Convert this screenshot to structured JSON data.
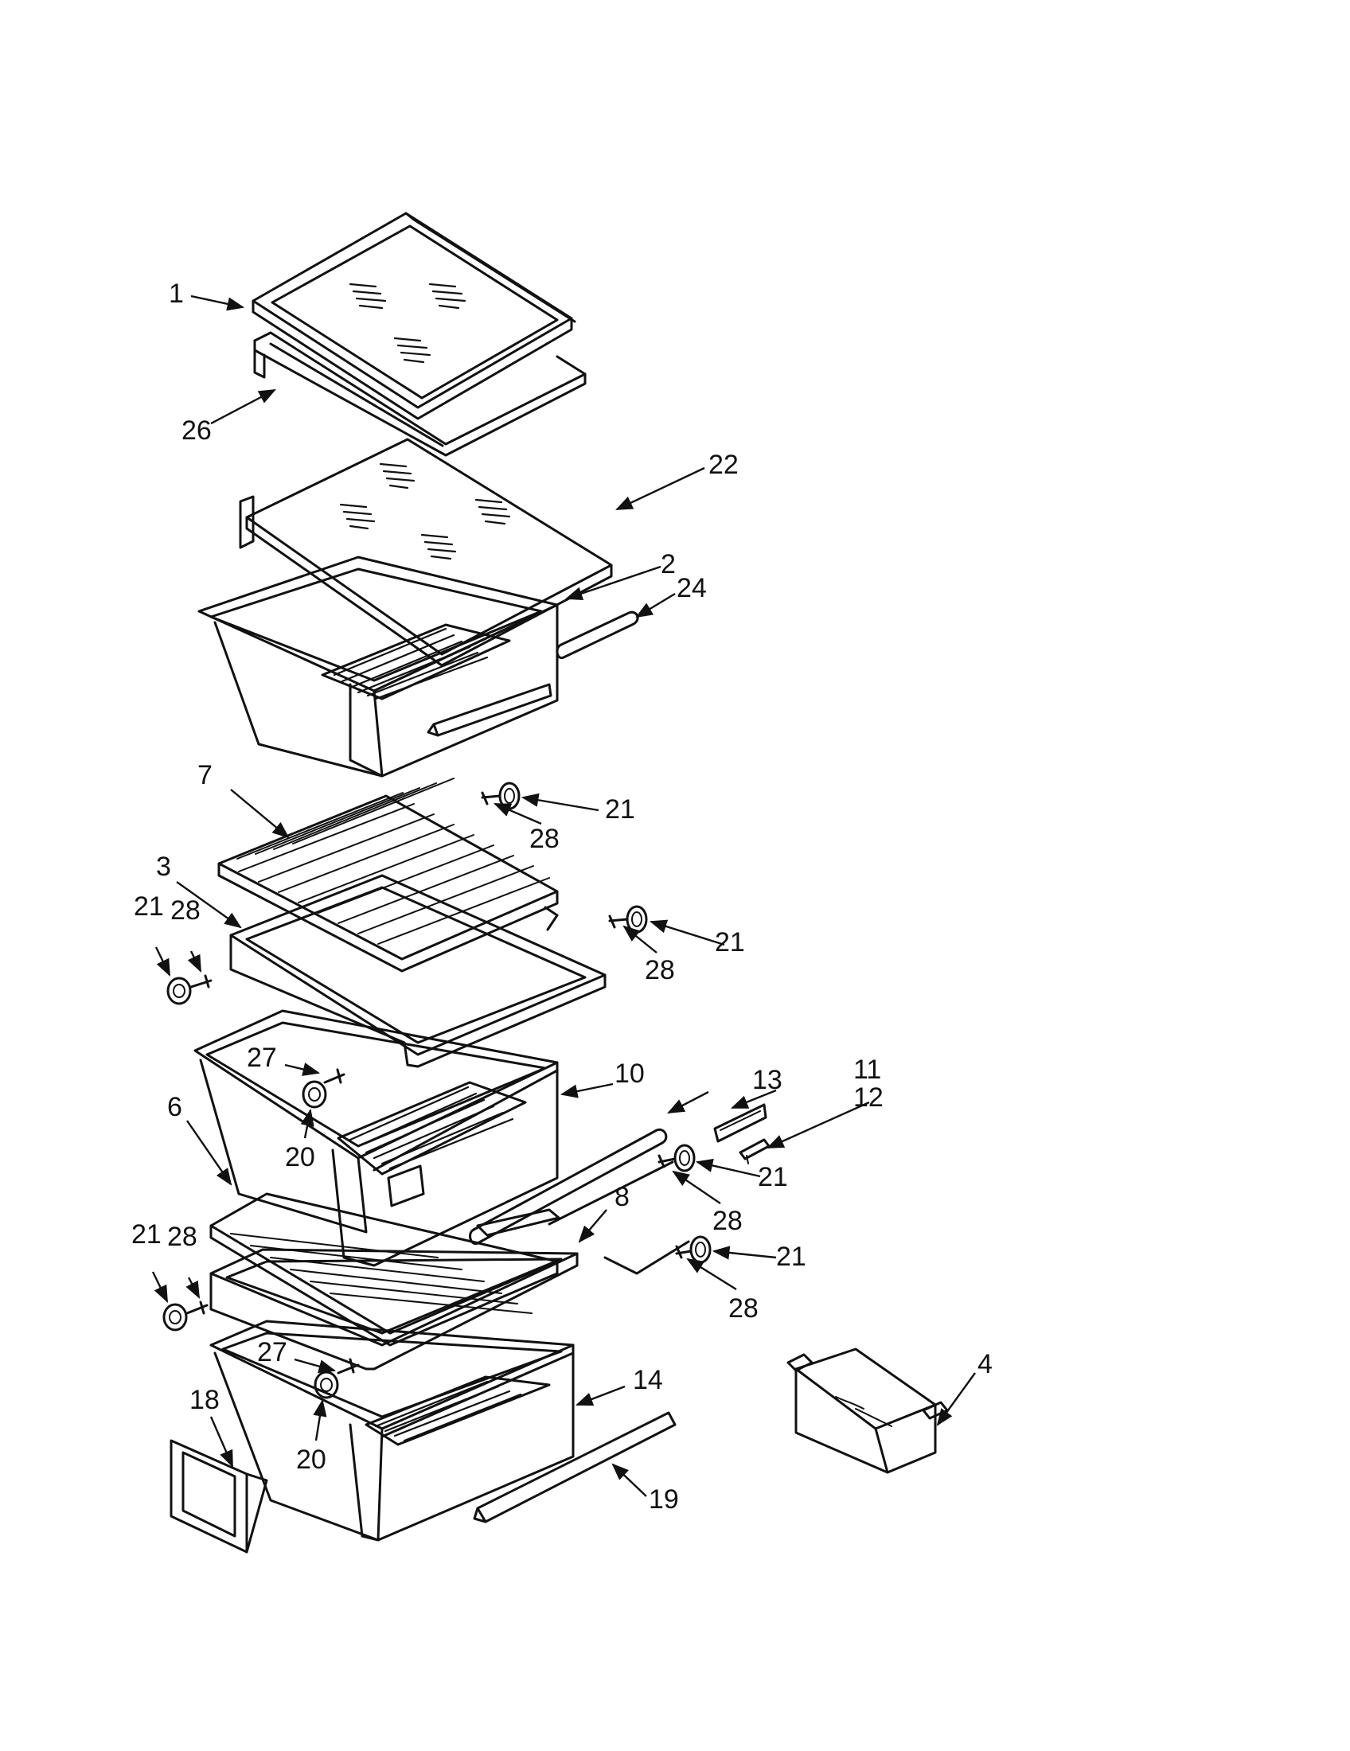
{
  "diagram": {
    "type": "exploded-parts-view",
    "callouts": [
      "1",
      "2",
      "3",
      "4",
      "6",
      "7",
      "8",
      "10",
      "11",
      "12",
      "13",
      "14",
      "18",
      "19",
      "20",
      "20",
      "21",
      "21",
      "21",
      "21",
      "21",
      "21",
      "22",
      "24",
      "26",
      "27",
      "27",
      "28",
      "28",
      "28",
      "28",
      "28",
      "28"
    ]
  },
  "colors": {
    "line": "#111111",
    "background": "#ffffff"
  },
  "icons": [
    "arrow-head",
    "shelf-glass",
    "crisper-drawer",
    "shelf-frame",
    "roller-wheel",
    "screw",
    "bin"
  ]
}
